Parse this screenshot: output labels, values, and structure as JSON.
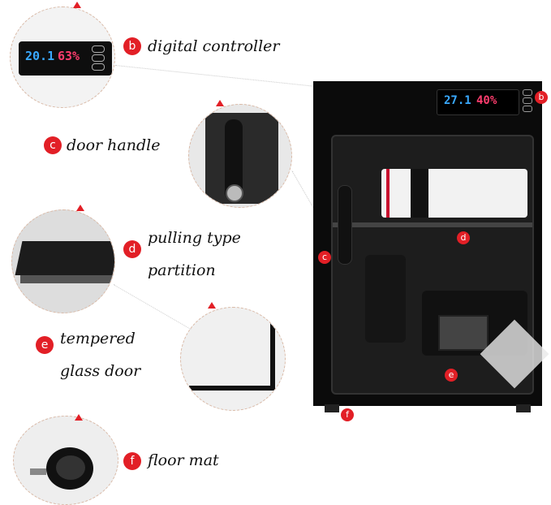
{
  "controller_display": {
    "temp_left": "20.1",
    "humidity_left": "63%",
    "temp_right": "27.1",
    "humidity_right": "40%"
  },
  "features": [
    {
      "letter": "b",
      "label": "digital controller"
    },
    {
      "letter": "c",
      "label": "door handle"
    },
    {
      "letter": "d",
      "label_line1": "pulling type",
      "label_line2": "partition"
    },
    {
      "letter": "e",
      "label_line1": "tempered",
      "label_line2": "glass door"
    },
    {
      "letter": "f",
      "label": "floor mat"
    }
  ],
  "colors": {
    "badge": "#e21f26",
    "cabinet": "#0b0b0b",
    "accent_temp": "#39a9ff",
    "accent_humidity": "#ff3d6e"
  }
}
